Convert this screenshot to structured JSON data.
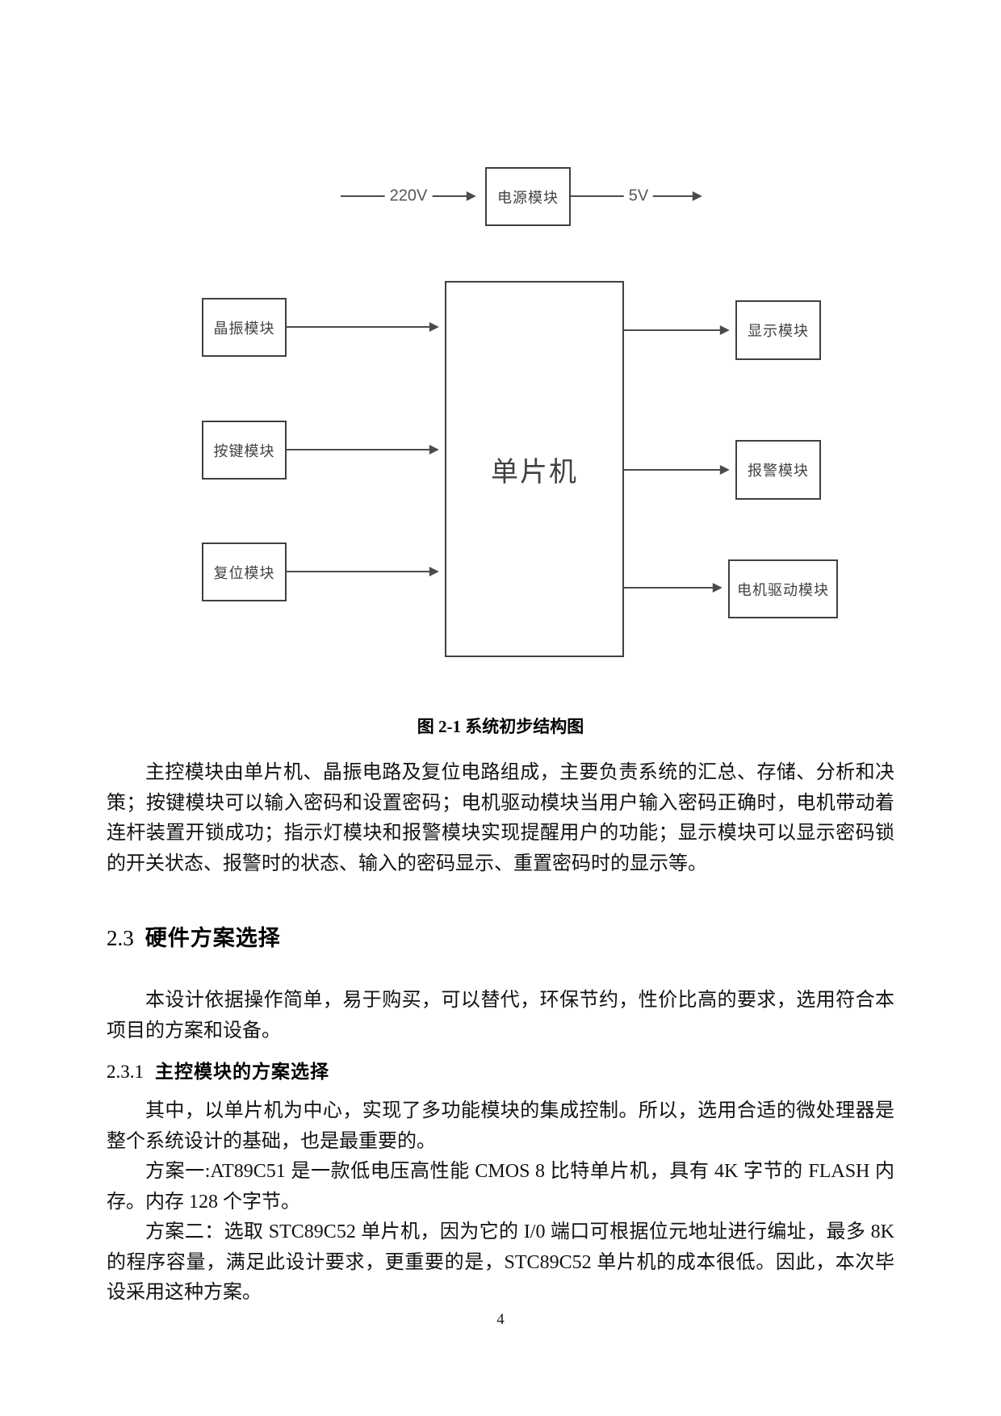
{
  "diagram": {
    "power_input_label": "220V",
    "power_box_label": "电源模块",
    "power_output_label": "5V",
    "mcu_label": "单片机",
    "left_modules": [
      "晶振模块",
      "按键模块",
      "复位模块"
    ],
    "right_modules": [
      "显示模块",
      "报警模块",
      "电机驱动模块"
    ],
    "caption": "图 2-1 系统初步结构图"
  },
  "content": {
    "para_overview": "主控模块由单片机、晶振电路及复位电路组成，主要负责系统的汇总、存储、分析和决策；按键模块可以输入密码和设置密码；电机驱动模块当用户输入密码正确时，电机带动着连杆装置开锁成功；指示灯模块和报警模块实现提醒用户的功能；显示模块可以显示密码锁的开关状态、报警时的状态、输入的密码显示、重置密码时的显示等。",
    "heading_23_number": "2.3",
    "heading_23_title": "硬件方案选择",
    "para_23": "本设计依据操作简单，易于购买，可以替代，环保节约，性价比高的要求，选用符合本项目的方案和设备。",
    "heading_231_number": "2.3.1",
    "heading_231_title": "主控模块的方案选择",
    "para_231_intro": "其中，以单片机为中心，实现了多功能模块的集成控制。所以，选用合适的微处理器是整个系统设计的基础，也是最重要的。",
    "para_plan1": "方案一:AT89C51 是一款低电压高性能 CMOS 8 比特单片机，具有 4K 字节的 FLASH 内存。内存 128 个字节。",
    "para_plan2": "方案二：选取 STC89C52 单片机，因为它的 I/0 端口可根据位元地址进行编址，最多 8K 的程序容量，满足此设计要求，更重要的是，STC89C52 单片机的成本很低。因此，本次毕设采用这种方案。"
  },
  "footer": {
    "page_number": "4"
  }
}
